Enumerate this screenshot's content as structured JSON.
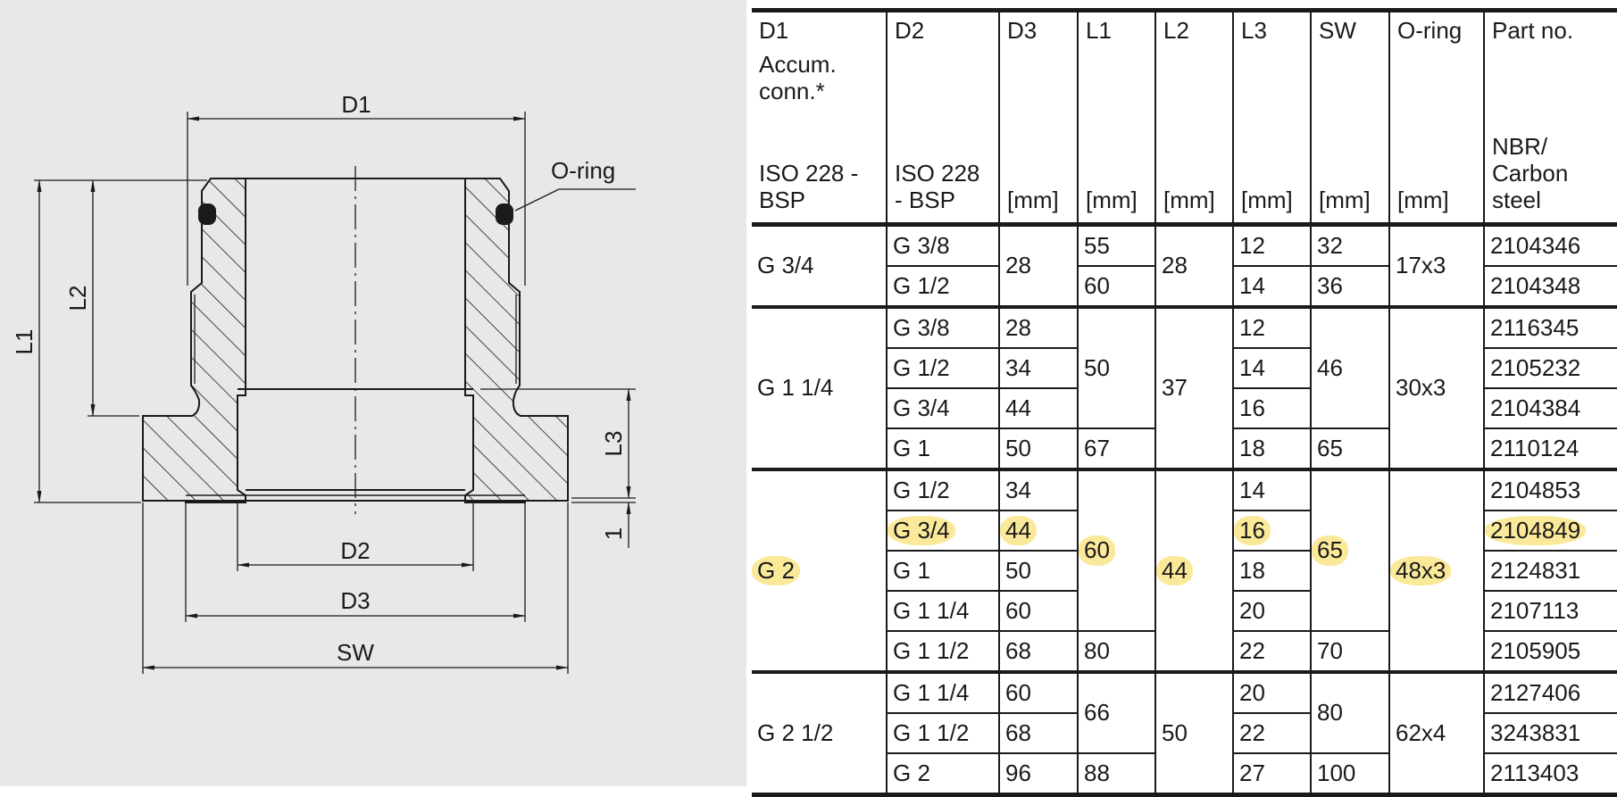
{
  "drawing": {
    "labels": {
      "d1": "D1",
      "d2": "D2",
      "d3": "D3",
      "sw": "SW",
      "l1": "L1",
      "l2": "L2",
      "l3": "L3",
      "one": "1",
      "oring": "O-ring"
    }
  },
  "table": {
    "headers": [
      {
        "top": "D1",
        "sub": "Accum. conn.*",
        "bottom": "ISO 228 - BSP"
      },
      {
        "top": "D2",
        "sub": "",
        "bottom": "ISO 228 - BSP"
      },
      {
        "top": "D3",
        "sub": "",
        "bottom": "[mm]"
      },
      {
        "top": "L1",
        "sub": "",
        "bottom": "[mm]"
      },
      {
        "top": "L2",
        "sub": "",
        "bottom": "[mm]"
      },
      {
        "top": "L3",
        "sub": "",
        "bottom": "[mm]"
      },
      {
        "top": "SW",
        "sub": "",
        "bottom": "[mm]"
      },
      {
        "top": "O-ring",
        "sub": "",
        "bottom": "[mm]"
      },
      {
        "top": "Part no.",
        "sub": "",
        "bottom": "NBR/ Carbon steel"
      }
    ],
    "highlight_color": "#fbe99a",
    "groups": [
      {
        "d1": "G 3/4",
        "l2": "28",
        "oring": "17x3",
        "d3_groups": [
          {
            "value": "28",
            "span": 2
          }
        ],
        "l1_groups": [
          {
            "value": "55",
            "span": 1
          },
          {
            "value": "60",
            "span": 1
          }
        ],
        "sw_groups": [
          {
            "value": "32",
            "span": 1
          },
          {
            "value": "36",
            "span": 1
          }
        ],
        "rows": [
          {
            "d2": "G 3/8",
            "l3": "12",
            "part": "2104346"
          },
          {
            "d2": "G 1/2",
            "l3": "14",
            "part": "2104348"
          }
        ]
      },
      {
        "d1": "G 1 1/4",
        "l2": "37",
        "oring": "30x3",
        "d3_groups": [
          {
            "value": "28",
            "span": 1
          },
          {
            "value": "34",
            "span": 1
          },
          {
            "value": "44",
            "span": 1
          },
          {
            "value": "50",
            "span": 1
          }
        ],
        "l1_groups": [
          {
            "value": "50",
            "span": 3
          },
          {
            "value": "67",
            "span": 1
          }
        ],
        "sw_groups": [
          {
            "value": "46",
            "span": 3
          },
          {
            "value": "65",
            "span": 1
          }
        ],
        "rows": [
          {
            "d2": "G 3/8",
            "l3": "12",
            "part": "2116345"
          },
          {
            "d2": "G 1/2",
            "l3": "14",
            "part": "2105232"
          },
          {
            "d2": "G 3/4",
            "l3": "16",
            "part": "2104384"
          },
          {
            "d2": "G 1",
            "l3": "18",
            "part": "2110124"
          }
        ]
      },
      {
        "d1": "G 2",
        "l2": "44",
        "oring": "48x3",
        "highlighted": true,
        "d3_groups": [
          {
            "value": "34",
            "span": 1
          },
          {
            "value": "44",
            "span": 1,
            "highlighted": true
          },
          {
            "value": "50",
            "span": 1
          },
          {
            "value": "60",
            "span": 1
          },
          {
            "value": "68",
            "span": 1
          }
        ],
        "l1_groups": [
          {
            "value": "60",
            "span": 4,
            "highlighted": true
          },
          {
            "value": "80",
            "span": 1
          }
        ],
        "sw_groups": [
          {
            "value": "65",
            "span": 4,
            "highlighted": true
          },
          {
            "value": "70",
            "span": 1
          }
        ],
        "rows": [
          {
            "d2": "G 1/2",
            "l3": "14",
            "part": "2104853"
          },
          {
            "d2": "G 3/4",
            "l3": "16",
            "part": "2104849",
            "highlighted": true
          },
          {
            "d2": "G 1",
            "l3": "18",
            "part": "2124831"
          },
          {
            "d2": "G 1 1/4",
            "l3": "20",
            "part": "2107113"
          },
          {
            "d2": "G 1 1/2",
            "l3": "22",
            "part": "2105905"
          }
        ]
      },
      {
        "d1": "G 2 1/2",
        "l2": "50",
        "oring": "62x4",
        "d3_groups": [
          {
            "value": "60",
            "span": 1
          },
          {
            "value": "68",
            "span": 1
          },
          {
            "value": "96",
            "span": 1
          }
        ],
        "l1_groups": [
          {
            "value": "66",
            "span": 2
          },
          {
            "value": "88",
            "span": 1
          }
        ],
        "sw_groups": [
          {
            "value": "80",
            "span": 2
          },
          {
            "value": "100",
            "span": 1
          }
        ],
        "rows": [
          {
            "d2": "G 1 1/4",
            "l3": "20",
            "part": "2127406"
          },
          {
            "d2": "G 1 1/2",
            "l3": "22",
            "part": "3243831"
          },
          {
            "d2": "G 2",
            "l3": "27",
            "part": "2113403"
          }
        ]
      }
    ]
  }
}
